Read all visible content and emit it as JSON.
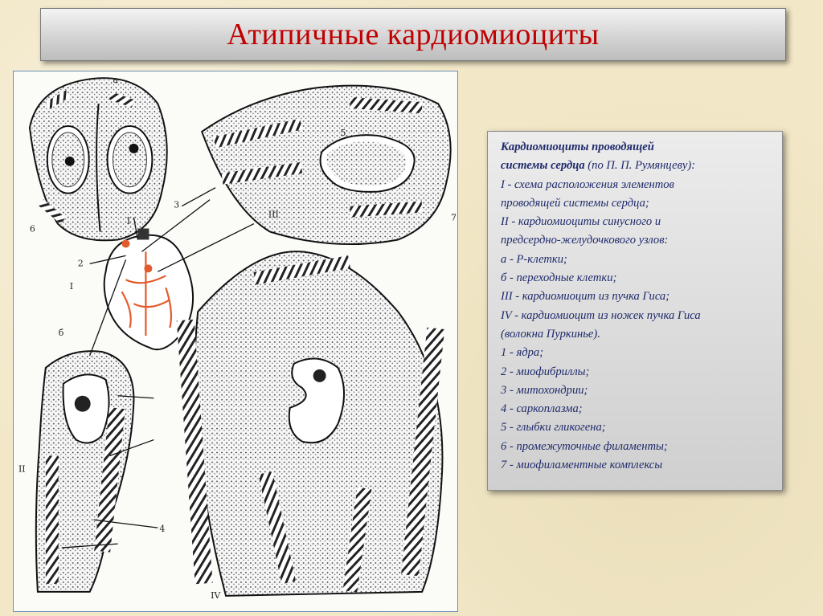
{
  "title": "Атипичные кардиомиоциты",
  "figure": {
    "panel_labels": [
      "а",
      "б",
      "I",
      "II",
      "III",
      "IV"
    ],
    "callout_numbers": [
      "1",
      "2",
      "3",
      "4",
      "5",
      "6",
      "7"
    ]
  },
  "legend": {
    "heading_bold_1": "Кардиомиоциты проводящей",
    "heading_bold_2": "системы сердца",
    "heading_rest": " (по П. П. Румянцеву):",
    "items": [
      "I - схема расположения элементов",
      "проводящей системы сердца;",
      "II - кардиомиоциты синусного и",
      "предсердно-желудочкового узлов:",
      "а - Р-клетки;",
      "б - переходные клетки;",
      "III - кардиомиоцит из пучка Гиса;",
      "IV - кардиомиоцит из ножек пучка Гиса",
      "(волокна Пуркинье).",
      "1 - ядра;",
      "2 - миофибриллы;",
      "3 - митохондрии;",
      "4 - саркоплазма;",
      "5 - глыбки гликогена;",
      "6 - промежуточные филаменты;",
      "7 - миофиламентные комплексы"
    ]
  },
  "colors": {
    "title": "#c00000",
    "legend_text": "#1f2a6b",
    "heart_fibers": "#e35b2c"
  }
}
